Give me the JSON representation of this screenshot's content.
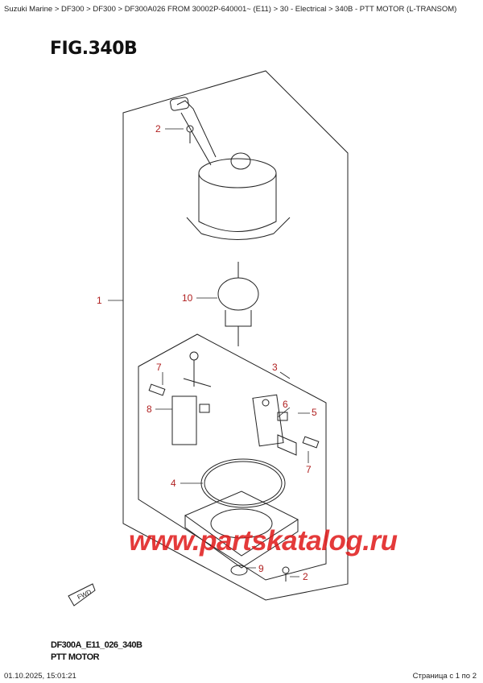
{
  "breadcrumb": "Suzuki Marine > DF300 > DF300 > DF300A026 FROM 30002P-640001~ (E11) > 30 - Electrical > 340B - PTT MOTOR (L-TRANSOM)",
  "figure_title": "FIG.340B",
  "diagram": {
    "callouts": [
      "1",
      "2",
      "2",
      "3",
      "4",
      "5",
      "6",
      "7",
      "7",
      "8",
      "9",
      "10"
    ],
    "fwd_label": "FWD",
    "callout_color": "#b02020"
  },
  "watermark": "www.partskatalog.ru",
  "footer": {
    "code": "DF300A_E11_026_340B",
    "title": "PTT MOTOR",
    "datetime": "01.10.2025, 15:01:21",
    "page": "Страница с 1 по 2"
  }
}
